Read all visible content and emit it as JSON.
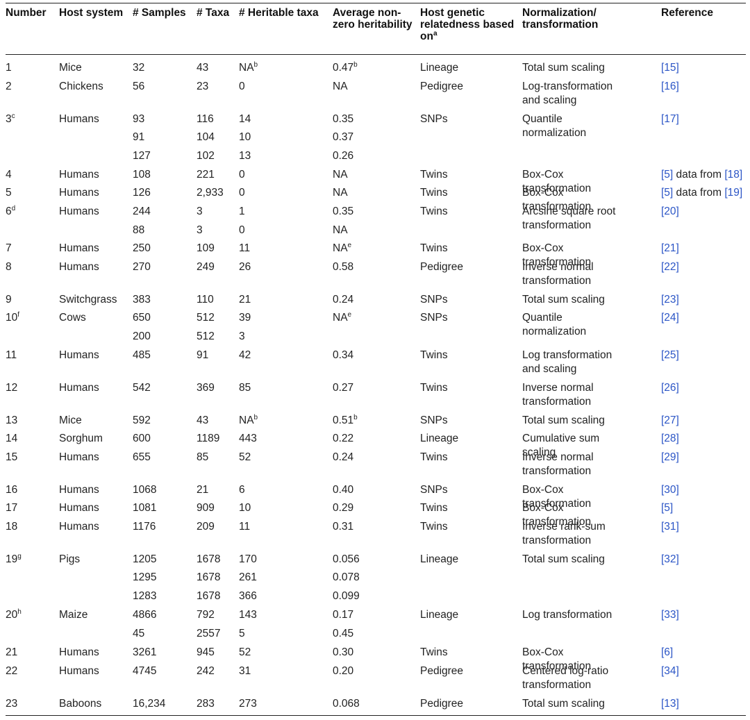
{
  "columns": [
    {
      "key": "number",
      "label": "Number"
    },
    {
      "key": "host",
      "label": "Host system"
    },
    {
      "key": "samples",
      "label": "# Samples"
    },
    {
      "key": "taxa",
      "label": "# Taxa"
    },
    {
      "key": "heritable",
      "label": "# Heritable taxa"
    },
    {
      "key": "avg",
      "label": "Average non-zero heritability"
    },
    {
      "key": "relatedness",
      "label": "Host genetic relatedness based on",
      "sup": "a"
    },
    {
      "key": "norm",
      "label": "Normalization/ transformation"
    },
    {
      "key": "ref",
      "label": "Reference"
    }
  ],
  "rows": [
    {
      "number": "1",
      "host": "Mice",
      "samples": "32",
      "taxa": "43",
      "heritable": "NA",
      "heritable_sup": "b",
      "avg": "0.47",
      "avg_sup": "b",
      "relatedness": "Lineage",
      "norm": "Total sum scaling",
      "ref": "[15]"
    },
    {
      "number": "2",
      "host": "Chickens",
      "samples": "56",
      "taxa": "23",
      "heritable": "0",
      "avg": "NA",
      "relatedness": "Pedigree",
      "norm": "Log-transformation and scaling",
      "ref": "[16]"
    },
    {
      "number": "3",
      "number_sup": "c",
      "host": "Humans",
      "samples": "93",
      "taxa": "116",
      "heritable": "14",
      "avg": "0.35",
      "relatedness": "SNPs",
      "norm": "Quantile normalization",
      "ref": "[17]"
    },
    {
      "samples": "91",
      "taxa": "104",
      "heritable": "10",
      "avg": "0.37"
    },
    {
      "samples": "127",
      "taxa": "102",
      "heritable": "13",
      "avg": "0.26"
    },
    {
      "number": "4",
      "host": "Humans",
      "samples": "108",
      "taxa": "221",
      "heritable": "0",
      "avg": "NA",
      "relatedness": "Twins",
      "norm": "Box-Cox transformation",
      "ref": "[5]",
      "ref_text": " data from ",
      "ref2": "[18]"
    },
    {
      "number": "5",
      "host": "Humans",
      "samples": "126",
      "taxa": "2,933",
      "heritable": "0",
      "avg": "NA",
      "relatedness": "Twins",
      "norm": "Box-Cox transformation",
      "ref": "[5]",
      "ref_text": " data from ",
      "ref2": "[19]"
    },
    {
      "number": "6",
      "number_sup": "d",
      "host": "Humans",
      "samples": "244",
      "taxa": "3",
      "heritable": "1",
      "avg": "0.35",
      "relatedness": "Twins",
      "norm": "Arcsine square root transformation",
      "ref": "[20]"
    },
    {
      "samples": "88",
      "taxa": "3",
      "heritable": "0",
      "avg": "NA"
    },
    {
      "number": "7",
      "host": "Humans",
      "samples": "250",
      "taxa": "109",
      "heritable": "11",
      "avg": "NA",
      "avg_sup": "e",
      "relatedness": "Twins",
      "norm": "Box-Cox transformation",
      "ref": "[21]"
    },
    {
      "number": "8",
      "host": "Humans",
      "samples": "270",
      "taxa": "249",
      "heritable": "26",
      "avg": "0.58",
      "relatedness": "Pedigree",
      "norm": "Inverse normal transformation",
      "ref": "[22]"
    },
    {
      "number": "9",
      "host": "Switchgrass",
      "samples": "383",
      "taxa": "110",
      "heritable": "21",
      "avg": "0.24",
      "relatedness": "SNPs",
      "norm": "Total sum scaling",
      "ref": "[23]"
    },
    {
      "number": "10",
      "number_sup": "f",
      "host": "Cows",
      "samples": "650",
      "taxa": "512",
      "heritable": "39",
      "avg": "NA",
      "avg_sup": "e",
      "relatedness": "SNPs",
      "norm": "Quantile normalization",
      "ref": "[24]"
    },
    {
      "samples": "200",
      "taxa": "512",
      "heritable": "3"
    },
    {
      "number": "11",
      "host": "Humans",
      "samples": "485",
      "taxa": "91",
      "heritable": "42",
      "avg": "0.34",
      "relatedness": "Twins",
      "norm": "Log transformation and scaling",
      "ref": "[25]"
    },
    {
      "number": "12",
      "host": "Humans",
      "samples": "542",
      "taxa": "369",
      "heritable": "85",
      "avg": "0.27",
      "relatedness": "Twins",
      "norm": "Inverse normal transformation",
      "ref": "[26]"
    },
    {
      "number": "13",
      "host": "Mice",
      "samples": "592",
      "taxa": "43",
      "heritable": "NA",
      "heritable_sup": "b",
      "avg": "0.51",
      "avg_sup": "b",
      "relatedness": "SNPs",
      "norm": "Total sum scaling",
      "ref": "[27]"
    },
    {
      "number": "14",
      "host": "Sorghum",
      "samples": "600",
      "taxa": "1189",
      "heritable": "443",
      "avg": "0.22",
      "relatedness": "Lineage",
      "norm": "Cumulative sum scaling",
      "ref": "[28]"
    },
    {
      "number": "15",
      "host": "Humans",
      "samples": "655",
      "taxa": "85",
      "heritable": "52",
      "avg": "0.24",
      "relatedness": "Twins",
      "norm": "Inverse normal transformation",
      "ref": "[29]"
    },
    {
      "number": "16",
      "host": "Humans",
      "samples": "1068",
      "taxa": "21",
      "heritable": "6",
      "avg": "0.40",
      "relatedness": "SNPs",
      "norm": "Box-Cox transformation",
      "ref": "[30]"
    },
    {
      "number": "17",
      "host": "Humans",
      "samples": "1081",
      "taxa": "909",
      "heritable": "10",
      "avg": "0.29",
      "relatedness": "Twins",
      "norm": "Box-Cox transformation",
      "ref": "[5]"
    },
    {
      "number": "18",
      "host": "Humans",
      "samples": "1176",
      "taxa": "209",
      "heritable": "11",
      "avg": "0.31",
      "relatedness": "Twins",
      "norm": "Inverse rank-sum transformation",
      "ref": "[31]"
    },
    {
      "number": "19",
      "number_sup": "g",
      "host": "Pigs",
      "samples": "1205",
      "taxa": "1678",
      "heritable": "170",
      "avg": "0.056",
      "relatedness": "Lineage",
      "norm": "Total sum scaling",
      "ref": "[32]"
    },
    {
      "samples": "1295",
      "taxa": "1678",
      "heritable": "261",
      "avg": "0.078"
    },
    {
      "samples": "1283",
      "taxa": "1678",
      "heritable": "366",
      "avg": "0.099"
    },
    {
      "number": "20",
      "number_sup": "h",
      "host": "Maize",
      "samples": "4866",
      "taxa": "792",
      "heritable": "143",
      "avg": "0.17",
      "relatedness": "Lineage",
      "norm": "Log transformation",
      "ref": "[33]"
    },
    {
      "samples": "45",
      "taxa": "2557",
      "heritable": "5",
      "avg": "0.45"
    },
    {
      "number": "21",
      "host": "Humans",
      "samples": "3261",
      "taxa": "945",
      "heritable": "52",
      "avg": "0.30",
      "relatedness": "Twins",
      "norm": "Box-Cox transformation",
      "ref": "[6]"
    },
    {
      "number": "22",
      "host": "Humans",
      "samples": "4745",
      "taxa": "242",
      "heritable": "31",
      "avg": "0.20",
      "relatedness": "Pedigree",
      "norm": "Centered log-ratio transformation",
      "ref": "[34]"
    },
    {
      "number": "23",
      "host": "Baboons",
      "samples": "16,234",
      "taxa": "283",
      "heritable": "273",
      "avg": "0.068",
      "relatedness": "Pedigree",
      "norm": "Total sum scaling",
      "ref": "[13]"
    }
  ]
}
